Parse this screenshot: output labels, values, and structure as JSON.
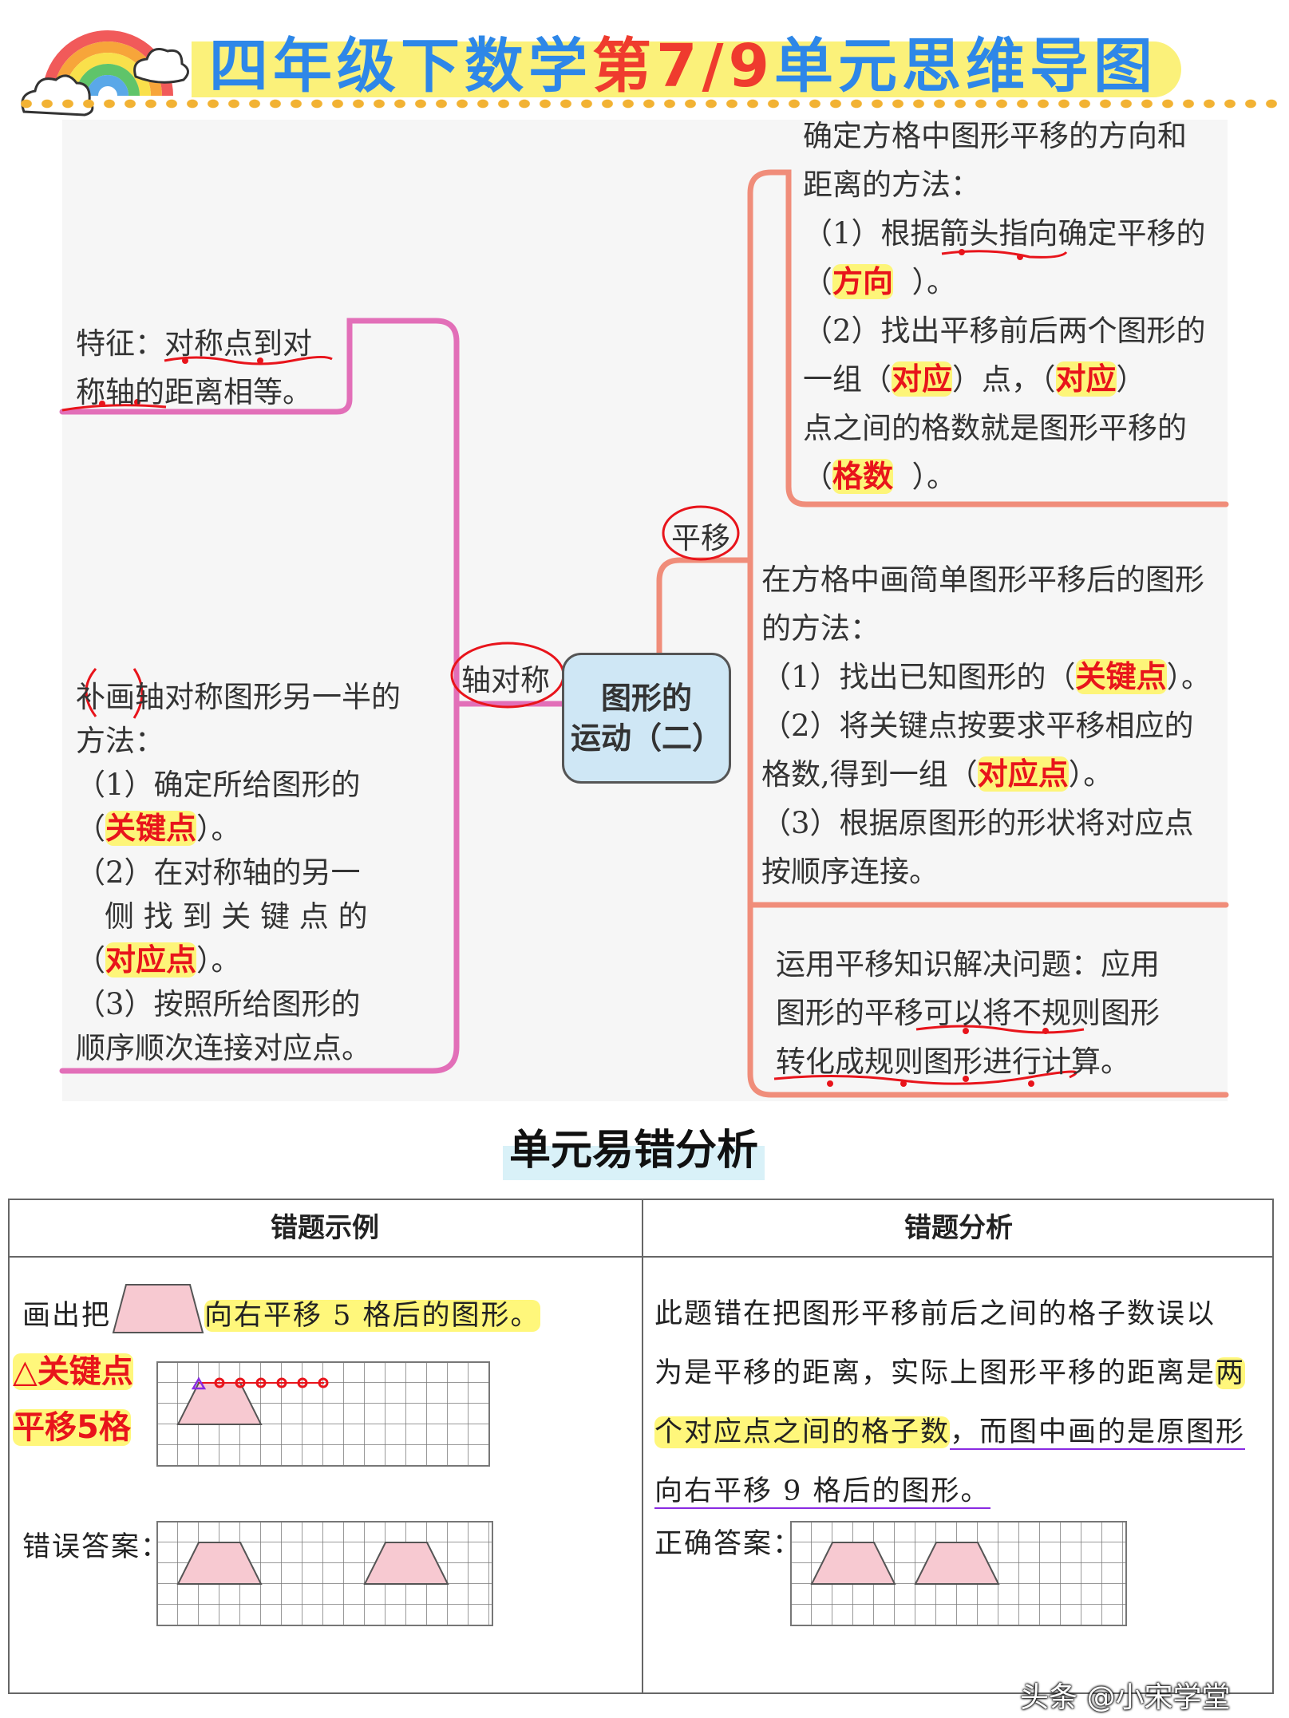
{
  "header": {
    "title_part1": "四年级下数学",
    "title_part2": "第7/9",
    "title_part3": "单元思维导图"
  },
  "mindmap": {
    "center_line1": "图形的",
    "center_line2": "运动（二）",
    "branch_symmetry": "轴对称",
    "branch_translation": "平移",
    "symmetry_feature": {
      "line1": "特征：对称点到对",
      "line2": "称轴的距离相等。"
    },
    "symmetry_method": {
      "line1": "补画轴对称图形另一半的",
      "line2": "方法：",
      "line3": "（1）确定所给图形的",
      "line4a": "（",
      "line4b": "关键点",
      "line4c": "）。",
      "line5": "（2）在对称轴的另一",
      "line6": "侧 找 到 关 键 点 的",
      "line7a": "（",
      "line7b": "对应点",
      "line7c": "）。",
      "line8": "（3）按照所给图形的",
      "line9": "顺序顺次连接对应点。"
    },
    "translation_direction": {
      "line1": "确定方格中图形平移的方向和",
      "line2": "距离的方法：",
      "line3": "（1）根据箭头指向确定平移的",
      "line4a": "（",
      "line4b": "方向",
      "line4c": "）。",
      "line5": "（2）找出平移前后两个图形的",
      "line6a": "一组（",
      "line6b": "对应",
      "line6c": "）点，（",
      "line6d": "对应",
      "line6e": "）",
      "line7": "点之间的格数就是图形平移的",
      "line8a": "（",
      "line8b": "格数",
      "line8c": "）。"
    },
    "translation_draw": {
      "line1": "在方格中画简单图形平移后的图形",
      "line2": "的方法：",
      "line3a": "（1）找出已知图形的（",
      "line3b": "关键点",
      "line3c": "）。",
      "line4": "（2）将关键点按要求平移相应的",
      "line5a": "格数,得到一组（",
      "line5b": "对应点",
      "line5c": "）。",
      "line6": "（3）根据原图形的形状将对应点",
      "line7": "按顺序连接。"
    },
    "translation_apply": {
      "line1": "运用平移知识解决问题：应用",
      "line2": "图形的平移可以将不规则图形",
      "line3": "转化成规则图形进行计算。"
    }
  },
  "errors": {
    "section_title": "单元易错分析",
    "col_example": "错题示例",
    "col_analysis": "错题分析",
    "example_prefix": "画出把",
    "example_suffix": "向右平移 5 格后的图形。",
    "note_line1": "△关键点",
    "note_line2": "平移5格",
    "wrong_answer_label": "错误答案：",
    "analysis_line1": "此题错在把图形平移前后之间的格子数误以",
    "analysis_line2a": "为是平移的距离，实际上图形平移的距离是",
    "analysis_line2b": "两",
    "analysis_line3a": "个对应点之间的格子数",
    "analysis_line3b": "，而图中画的是原图形",
    "analysis_line4": "向右平移 9 格后的图形。",
    "correct_answer_label": "正确答案："
  },
  "watermark": "头条 @小宋学堂",
  "colors": {
    "title_blue": "#2e87e8",
    "title_red": "#ef3b2e",
    "banner_yellow": "#fbf17a",
    "pink_branch": "#e26fb8",
    "salmon_branch": "#f08d7a",
    "handwriting_red": "#e8141b",
    "highlight_yellow": "#fff44f",
    "trapezoid_pink": "#f7c9d1",
    "center_node_blue": "#cfe7f5",
    "purple_mark": "#8a2be2"
  }
}
